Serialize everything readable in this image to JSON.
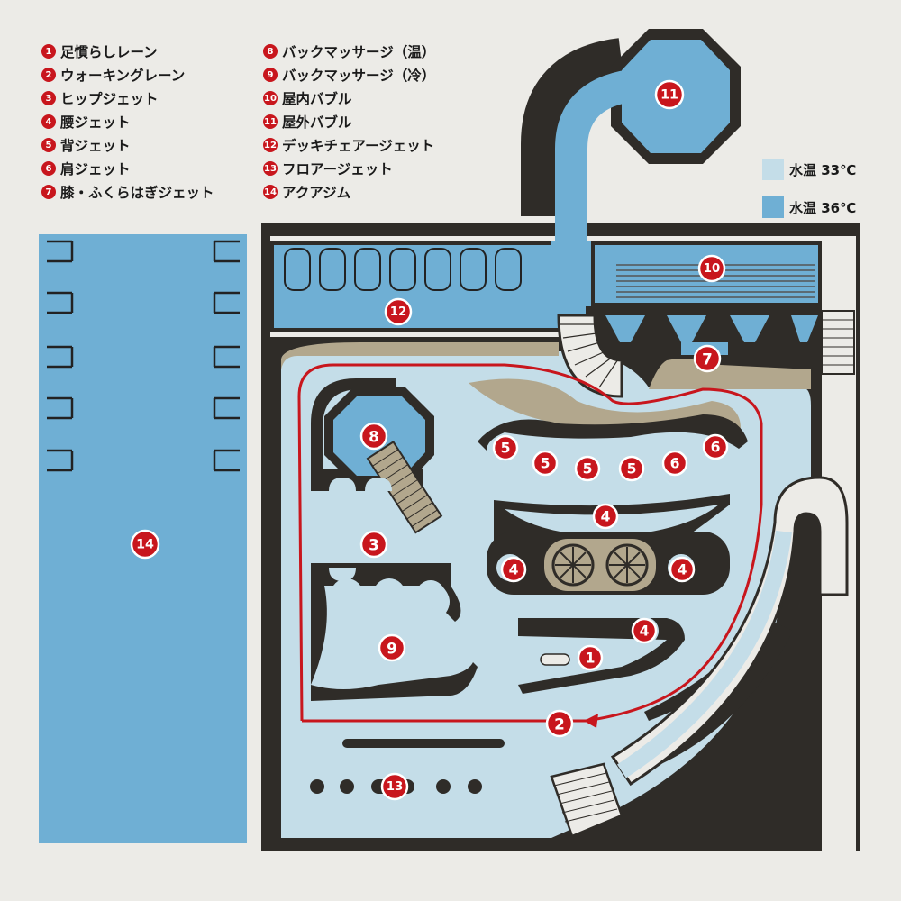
{
  "legend": [
    {
      "num": "1",
      "label": "足慣らしレーン"
    },
    {
      "num": "2",
      "label": "ウォーキングレーン"
    },
    {
      "num": "3",
      "label": "ヒップジェット"
    },
    {
      "num": "4",
      "label": "腰ジェット"
    },
    {
      "num": "5",
      "label": "背ジェット"
    },
    {
      "num": "6",
      "label": "肩ジェット"
    },
    {
      "num": "7",
      "label": "膝・ふくらはぎジェット"
    },
    {
      "num": "8",
      "label": "バックマッサージ（温）"
    },
    {
      "num": "9",
      "label": "バックマッサージ（冷）"
    },
    {
      "num": "10",
      "label": "屋内バブル"
    },
    {
      "num": "11",
      "label": "屋外バブル"
    },
    {
      "num": "12",
      "label": "デッキチェアージェット"
    },
    {
      "num": "13",
      "label": "フロアージェット"
    },
    {
      "num": "14",
      "label": "アクアジム"
    }
  ],
  "temperature_legend": [
    {
      "label": "水温 33℃",
      "color": "#c4dde8"
    },
    {
      "label": "水温 36℃",
      "color": "#6fafd4"
    }
  ],
  "colors": {
    "accent_red": "#c8161d",
    "wall": "#2f2c28",
    "water_warm": "#6fafd4",
    "water_cool": "#c4dde8",
    "sand": "#b2a78d",
    "background": "#ecebe7"
  }
}
